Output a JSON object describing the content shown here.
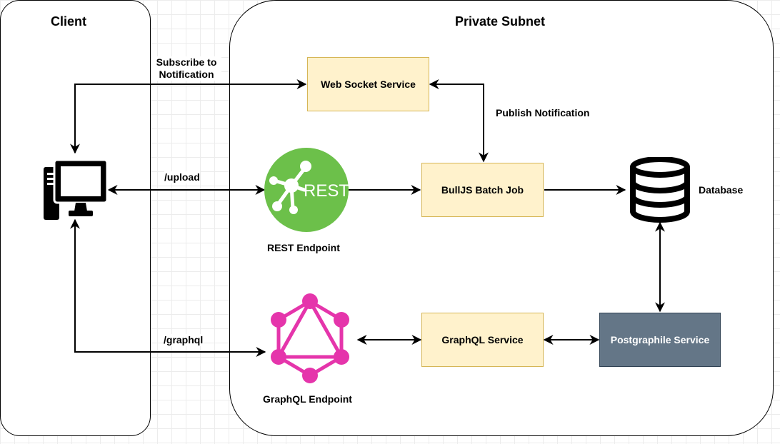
{
  "containers": {
    "client_title": "Client",
    "subnet_title": "Private Subnet"
  },
  "nodes": {
    "web_socket": "Web Socket Service",
    "bulljs": "BullJS Batch Job",
    "graphql_service": "GraphQL Service",
    "postgraphile": "Postgraphile Service",
    "database": "Database",
    "rest_endpoint": "REST Endpoint",
    "graphql_endpoint": "GraphQL Endpoint",
    "rest_logo_text": "REST"
  },
  "edges": {
    "subscribe": "Subscribe to\nNotification",
    "upload": "/upload",
    "graphql": "/graphql",
    "publish": "Publish Notification"
  },
  "colors": {
    "yellow_fill": "#fff2cc",
    "yellow_stroke": "#d6b656",
    "slate_fill": "#647687",
    "rest_green": "#6cc04a",
    "graphql_pink": "#e535ab"
  },
  "icons": {
    "client_computer": "desktop-computer-icon",
    "database": "database-cylinder-icon",
    "rest": "rest-api-logo-icon",
    "graphql": "graphql-logo-icon"
  }
}
